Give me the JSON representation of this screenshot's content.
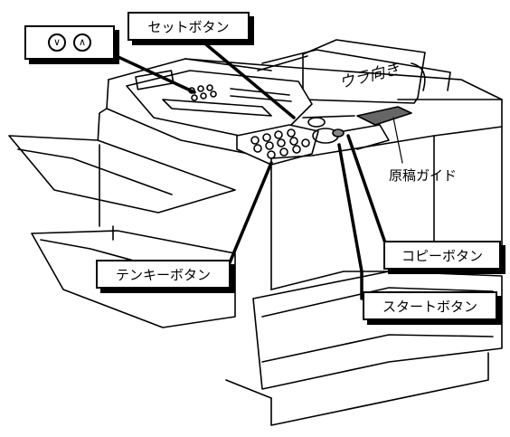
{
  "labels": {
    "set_button": "セットボタン",
    "document_guide": "原稿ガイド",
    "copy_button": "コピーボタン",
    "start_button": "スタートボタン",
    "numeric_keypad": "テンキーボタン",
    "paper_text": "ウラ向き"
  },
  "arrow_keys": {
    "down_glyph": "∨",
    "up_glyph": "∧"
  }
}
